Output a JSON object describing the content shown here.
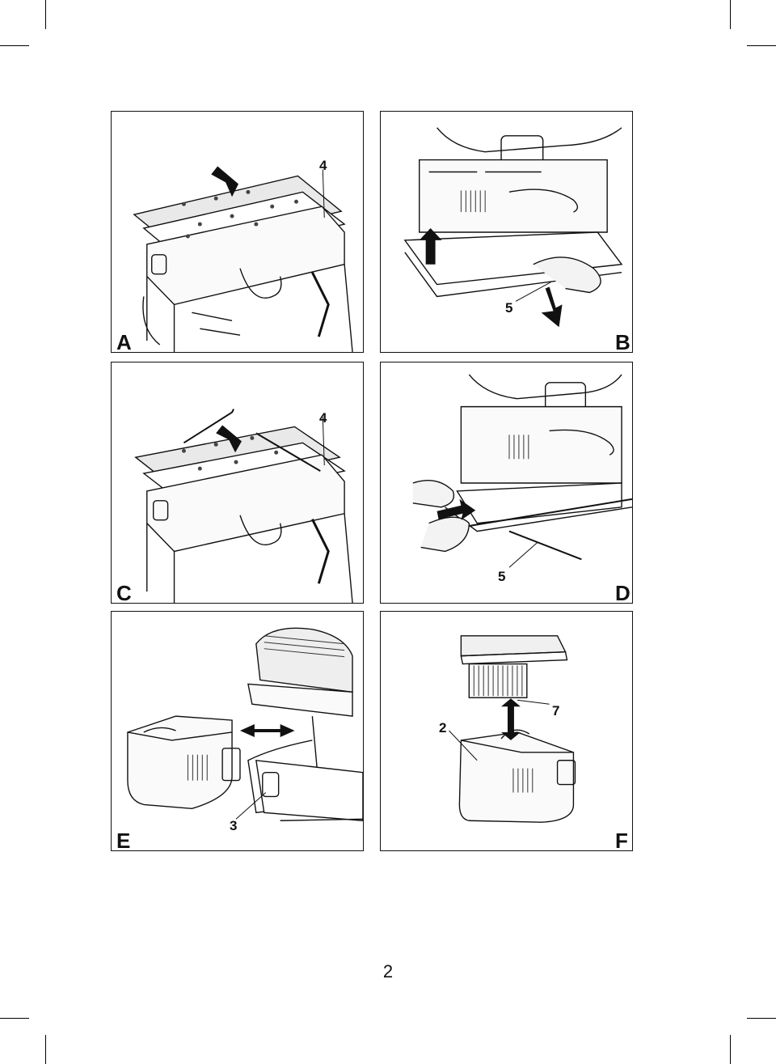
{
  "page_number": "2",
  "panels": {
    "A": {
      "label": "A",
      "callouts": [
        "4"
      ]
    },
    "B": {
      "label": "B",
      "callouts": [
        "5"
      ]
    },
    "C": {
      "label": "C",
      "callouts": [
        "4"
      ]
    },
    "D": {
      "label": "D",
      "callouts": [
        "5"
      ]
    },
    "E": {
      "label": "E",
      "callouts": [
        "3"
      ]
    },
    "F": {
      "label": "F",
      "callouts": [
        "7",
        "2"
      ]
    }
  }
}
